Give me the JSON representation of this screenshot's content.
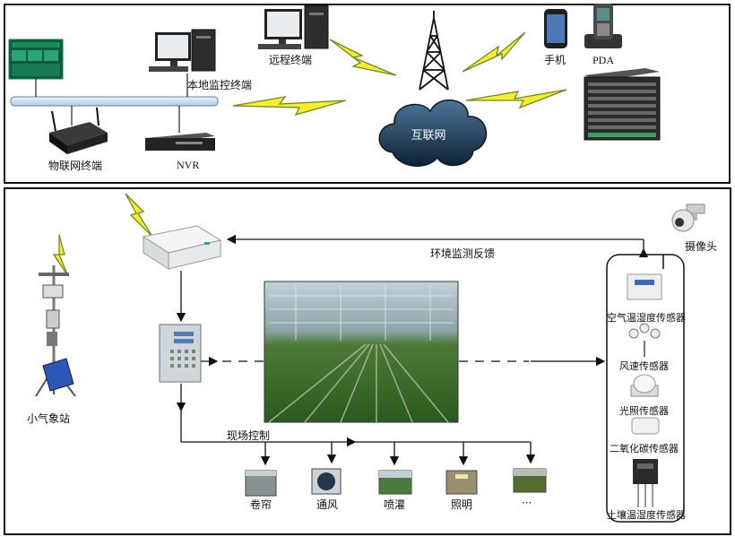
{
  "top": {
    "remote_terminal": "远程终端",
    "local_monitor": "本地监控终端",
    "iot_terminal": "物联网终端",
    "nvr": "NVR",
    "internet": "互联网",
    "phone": "手机",
    "pda": "PDA"
  },
  "bottom": {
    "weather_station": "小气象站",
    "feedback": "环境监测反馈",
    "camera": "摄像头",
    "field_control": "现场控制",
    "actuators": [
      {
        "label": "卷帘"
      },
      {
        "label": "通风"
      },
      {
        "label": "喷灌"
      },
      {
        "label": "照明"
      },
      {
        "label": "···"
      }
    ],
    "sensors": [
      {
        "label": "空气温湿度传感器"
      },
      {
        "label": "风速传感器"
      },
      {
        "label": "光照传感器"
      },
      {
        "label": "二氧化碳传感器"
      },
      {
        "label": "土壤温湿度传感器"
      }
    ]
  },
  "colors": {
    "bolt": "#f5ee2a",
    "bolt_outline": "#6f8a1e",
    "bus": "#cfe6f7",
    "cloud": "#1d3a52"
  }
}
